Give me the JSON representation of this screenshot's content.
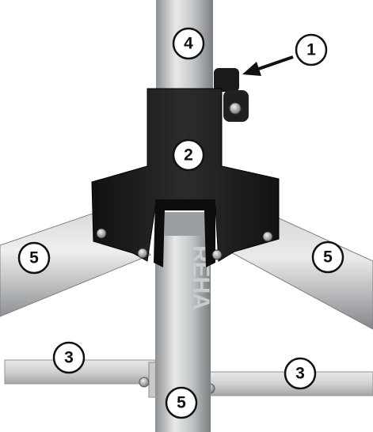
{
  "figure": {
    "callouts": [
      {
        "id": "c1",
        "label": "1"
      },
      {
        "id": "c4",
        "label": "4"
      },
      {
        "id": "c2",
        "label": "2"
      },
      {
        "id": "c5-left",
        "label": "5"
      },
      {
        "id": "c5-right",
        "label": "5"
      },
      {
        "id": "c3-left",
        "label": "3"
      },
      {
        "id": "c3-right",
        "label": "3"
      },
      {
        "id": "c5-bottom",
        "label": "5"
      }
    ],
    "tube_lettering": "REHA",
    "colors": {
      "tube": "#b9bcbe",
      "tube_highlight": "#e6e7e8",
      "tube_shadow": "#7e8184",
      "bracket": "#1b1b1b",
      "callout_fill": "#ffffff",
      "callout_stroke": "#111111"
    }
  }
}
